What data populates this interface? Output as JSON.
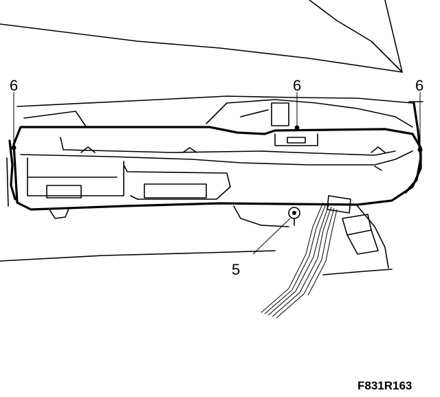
{
  "callouts": {
    "screw_left": "6",
    "screw_center": "6",
    "screw_right": "6",
    "fastener_bottom": "5"
  },
  "figure_code": "F831R163"
}
